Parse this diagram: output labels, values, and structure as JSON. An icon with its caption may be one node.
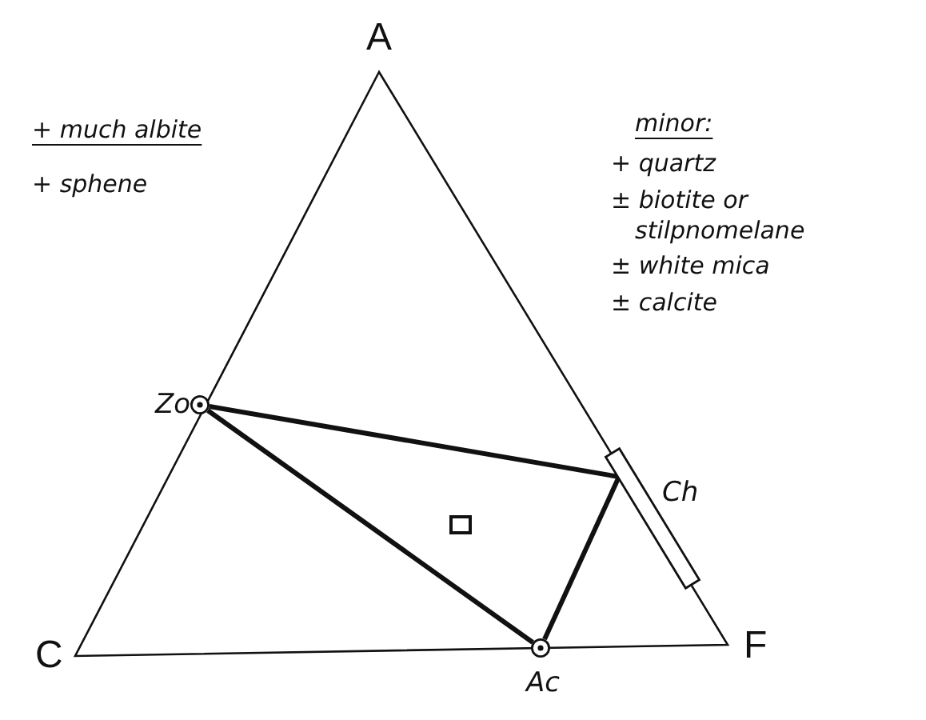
{
  "diagram": {
    "nodes": [
      {
        "text": [
          "Zo"
        ]
      },
      {
        "text": [],
        "shape": "bar",
        "beside": [
          "Ch"
        ]
      },
      {
        "text": [
          "Ac"
        ]
      }
    ],
    "edges": [
      {
        "from": 0,
        "to": 1,
        "arrow": "none"
      },
      {
        "from": 0,
        "to": 2,
        "arrow": "none"
      },
      {
        "from": 2,
        "to": 1,
        "arrow": "none"
      }
    ],
    "labels": [
      "A",
      "C",
      "F",
      "+ much albite",
      "+ sphene",
      "minor:",
      "+ quartz",
      "± biotite or stilpnomelane",
      "± white mica",
      "± calcite"
    ]
  }
}
